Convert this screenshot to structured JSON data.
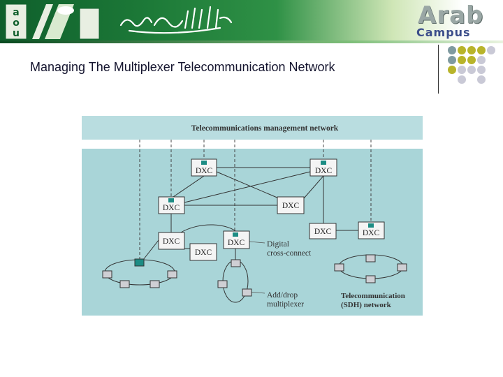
{
  "header": {
    "logo_letters": [
      "a",
      "o",
      "u"
    ],
    "brand_word": "Arab",
    "brand_sub": "Campus"
  },
  "slide": {
    "title": "Managing The Multiplexer Telecommunication Network"
  },
  "diagram": {
    "tmn_label": "Telecommunications management network",
    "dxc_label": "DXC",
    "callouts": {
      "digital_cross_connect": [
        "Digital",
        "cross-connect"
      ],
      "add_drop_multiplexer": [
        "Add/drop",
        "multiplexer"
      ],
      "sdh_network": [
        "Telecommunication",
        "(SDH) network"
      ]
    }
  },
  "colors": {
    "banner_green": "#1d7a38",
    "diagram_bg": "#a9d5d8",
    "dxc_marker": "#1c8c84",
    "dot_olive": "#b8b42a",
    "dot_slate": "#7f9aa0",
    "dot_gray": "#c9c9d6"
  }
}
